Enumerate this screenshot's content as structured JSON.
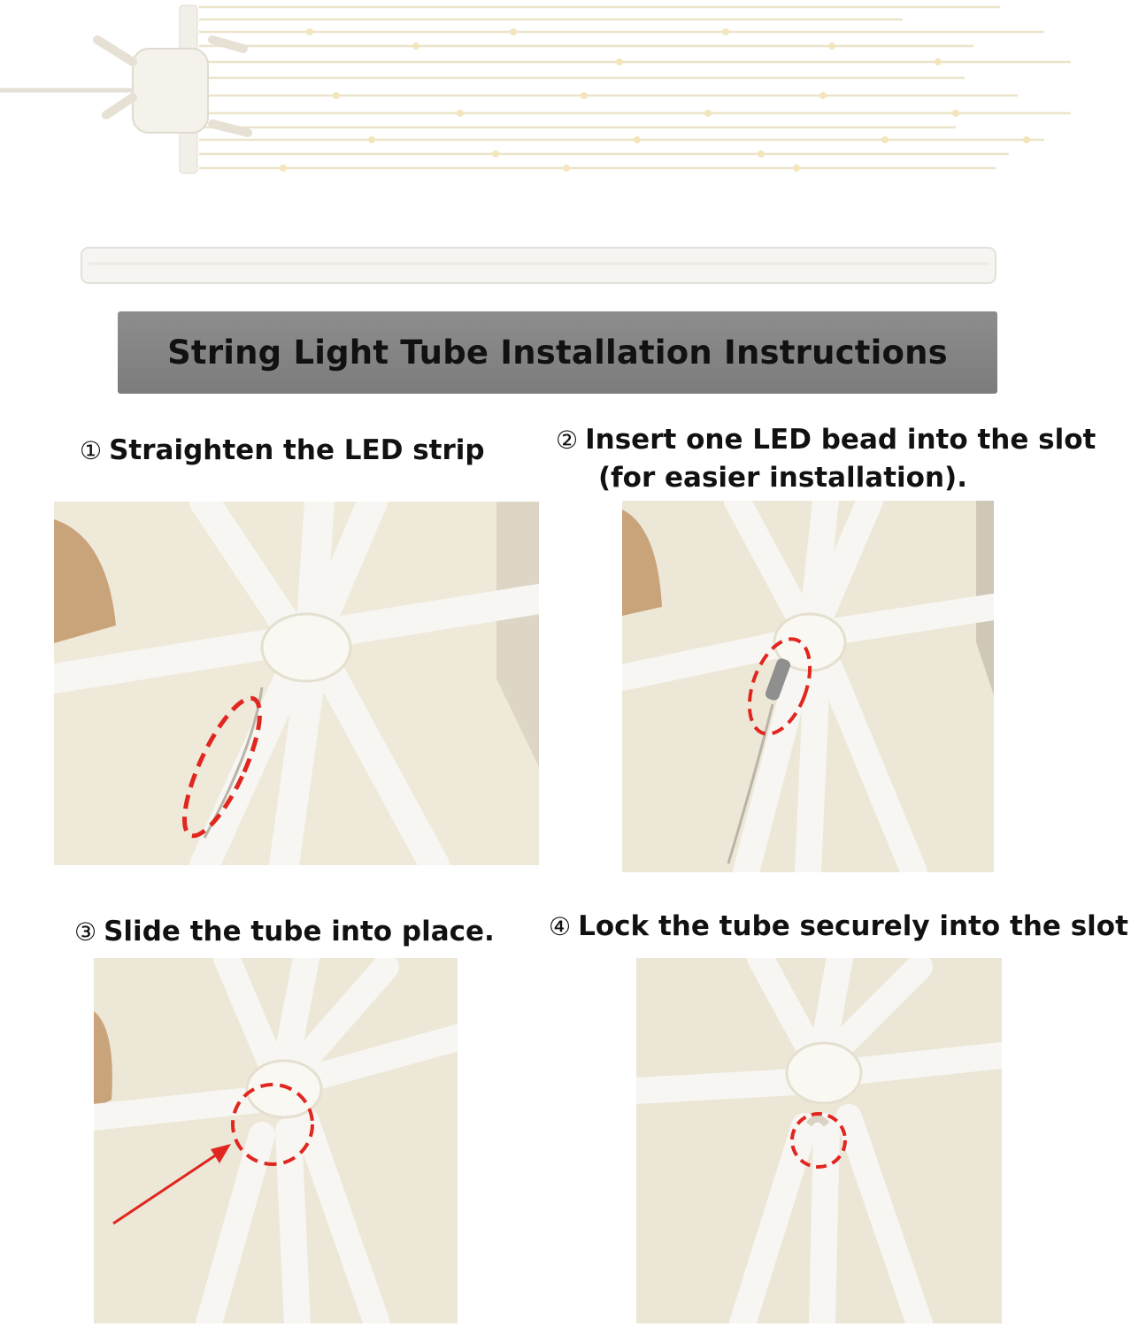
{
  "banner": {
    "title": "String Light Tube Installation Instructions"
  },
  "steps": [
    {
      "number": "①",
      "line1": "Straighten the LED strip",
      "line2": ""
    },
    {
      "number": "②",
      "line1": "Insert one LED bead into the slot",
      "line2": "(for easier installation)."
    },
    {
      "number": "③",
      "line1": "Slide the tube into place.",
      "line2": ""
    },
    {
      "number": "④",
      "line1": "Lock the tube securely into the slot.",
      "line2": ""
    }
  ],
  "colors": {
    "banner_bg": "#858585",
    "highlight": "#e0261f",
    "photo_bg": "#f1ece0"
  }
}
